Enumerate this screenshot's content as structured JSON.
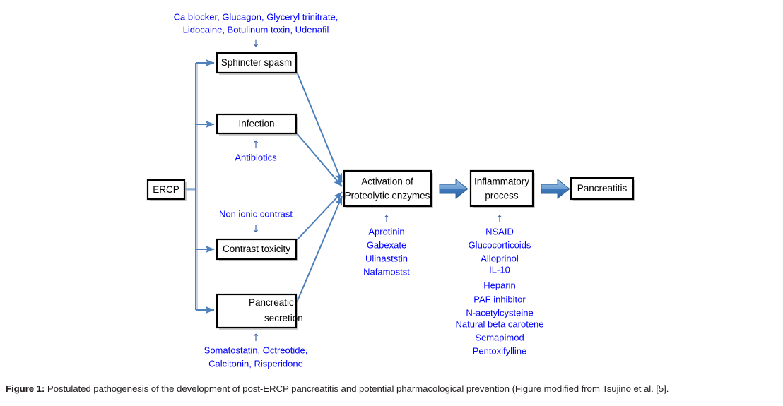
{
  "figure": {
    "caption_label": "Figure 1:",
    "caption_text": "Postulated pathogenesis of the development of post-ERCP pancreatitis and potential pharmacological prevention (Figure modified from Tsujino et al. [5]."
  },
  "colors": {
    "drug_text": "#0000ff",
    "box_border": "#000000",
    "connector": "#4f81bd",
    "block_arrow_light": "#7ba7d7",
    "block_arrow_dark": "#2f6aad",
    "caption_text": "#231f20"
  },
  "nodes": {
    "ercp": {
      "label": "ERCP"
    },
    "sphincter": {
      "label": "Sphincter spasm"
    },
    "infection": {
      "label": "Infection"
    },
    "contrast": {
      "label": "Contrast toxicity"
    },
    "pancreatic": {
      "line1": "Pancreatic",
      "line2": "secretion"
    },
    "activation": {
      "line1": "Activation of",
      "line2": "Proteolytic enzymes"
    },
    "inflammatory": {
      "line1": "Inflammatory",
      "line2": "process"
    },
    "pancreatitis": {
      "label": "Pancreatitis"
    }
  },
  "drug_groups": {
    "sphincter_spasm": {
      "position": "above",
      "arrow": "↓",
      "lines": [
        "Ca blocker, Glucagon, Glyceryl trinitrate,",
        "Lidocaine, Botulinum toxin, Udenafil"
      ]
    },
    "infection": {
      "position": "below",
      "arrow": "↑",
      "lines": [
        "Antibiotics"
      ]
    },
    "contrast_toxicity": {
      "position": "above",
      "arrow": "↓",
      "lines": [
        "Non ionic contrast"
      ]
    },
    "pancreatic_secretion": {
      "position": "below",
      "arrow": "↑",
      "lines": [
        "Somatostatin, Octreotide,",
        "Calcitonin, Risperidone"
      ]
    },
    "activation_proteolytic": {
      "position": "below",
      "arrow": "↑",
      "lines": [
        "Aprotinin",
        "Gabexate",
        "Ulinaststin",
        "Nafamostst"
      ]
    },
    "inflammatory_process": {
      "position": "below",
      "arrow": "↑",
      "lines": [
        "NSAID",
        "Glucocorticoids",
        "Alloprinol",
        "IL-10",
        "Heparin",
        "PAF inhibitor",
        "N-acetylcysteine",
        "Natural beta carotene",
        "Semapimod",
        "Pentoxifylline"
      ]
    }
  },
  "icons": {
    "block_arrow_1": "block-arrow-right-icon",
    "block_arrow_2": "block-arrow-right-icon"
  }
}
